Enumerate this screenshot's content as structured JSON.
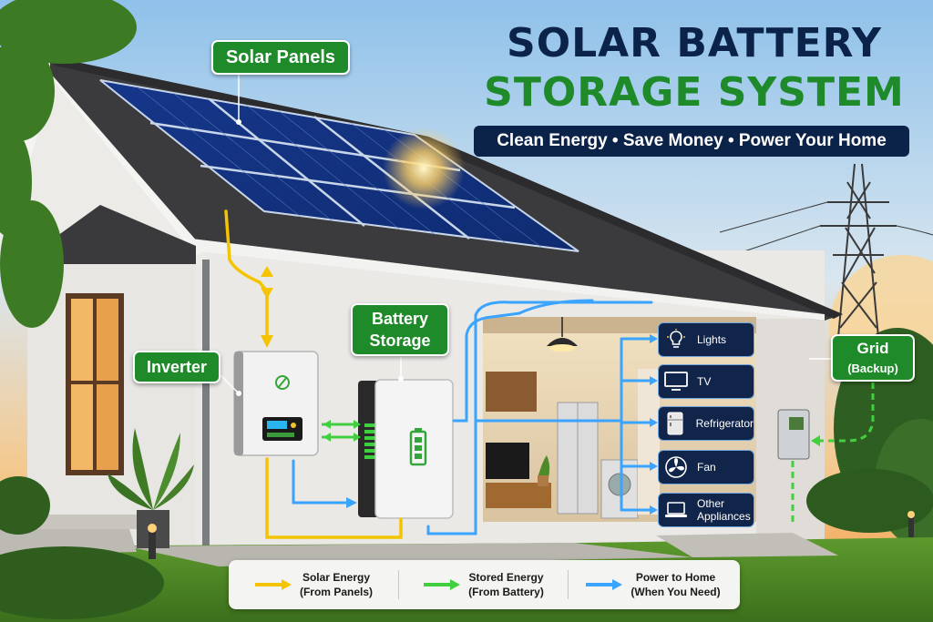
{
  "title_line1": "SOLAR BATTERY",
  "title_line2": "STORAGE SYSTEM",
  "subtitle": "Clean Energy • Save Money • Power Your Home",
  "labels": {
    "solar_panels": "Solar Panels",
    "inverter": "Inverter",
    "battery_line1": "Battery",
    "battery_line2": "Storage",
    "grid": "Grid",
    "grid_sub": "(Backup)"
  },
  "appliances": [
    {
      "icon": "lightbulb-icon",
      "label": "Lights"
    },
    {
      "icon": "tv-icon",
      "label": "TV"
    },
    {
      "icon": "refrigerator-icon",
      "label": "Refrigerator"
    },
    {
      "icon": "fan-icon",
      "label": "Fan"
    },
    {
      "icon": "laptop-icon",
      "label_line1": "Other",
      "label_line2": "Appliances"
    }
  ],
  "legend": [
    {
      "color": "#f5c400",
      "line1": "Solar Energy",
      "line2": "(From Panels)"
    },
    {
      "color": "#3fcf3f",
      "line1": "Stored Energy",
      "line2": "(From Battery)"
    },
    {
      "color": "#3aa4ff",
      "line1": "Power to Home",
      "line2": "(When You Need)"
    }
  ],
  "colors": {
    "title_navy": "#0b2348",
    "title_green": "#1f8a2a",
    "solar_flow": "#f5c400",
    "stored_flow": "#3fcf3f",
    "home_flow": "#3aa4ff"
  }
}
